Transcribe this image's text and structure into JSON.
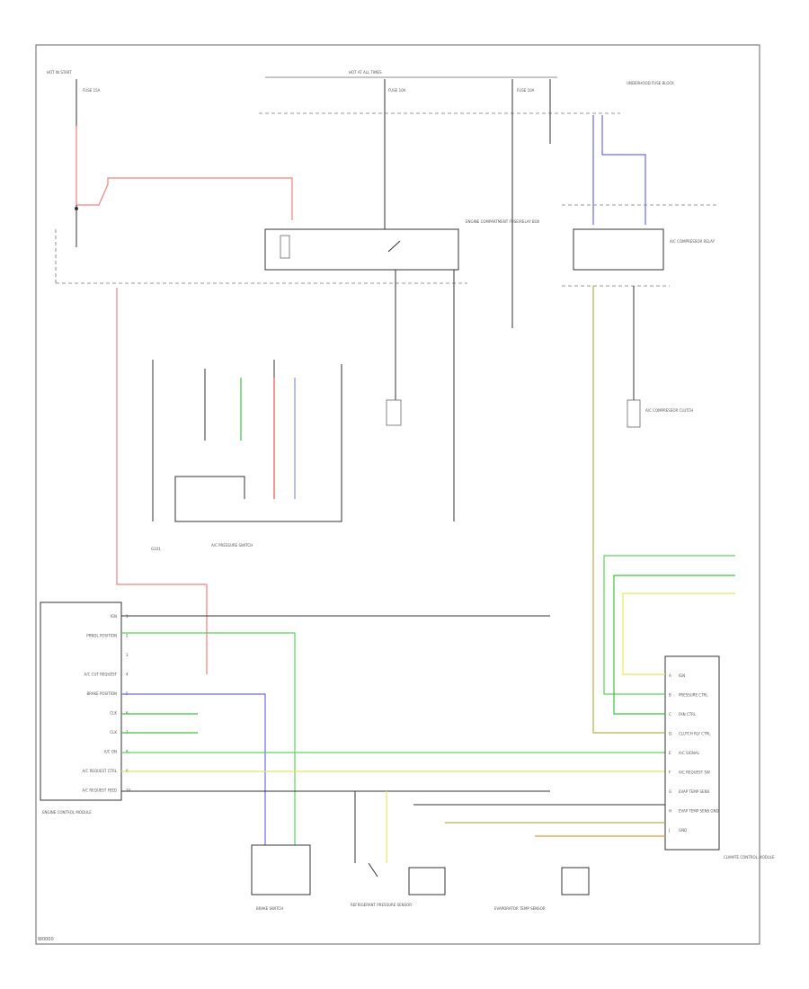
{
  "figure_code": "W0000",
  "ecm_pins": [
    {
      "label": "IGN",
      "pin": "1"
    },
    {
      "label": "PRNDL POSITION",
      "pin": "2"
    },
    {
      "label": "",
      "pin": "3"
    },
    {
      "label": "A/C CUT REQUEST",
      "pin": "4"
    },
    {
      "label": "BRAKE POSITION",
      "pin": "5"
    },
    {
      "label": "CLK",
      "pin": "6"
    },
    {
      "label": "CLK",
      "pin": "7"
    },
    {
      "label": "A/C ON",
      "pin": "8"
    },
    {
      "label": "A/C REQUEST CTRL",
      "pin": "9"
    },
    {
      "label": "A/C REQUEST FEED",
      "pin": "10"
    }
  ],
  "cm_pins": [
    {
      "label": "IGN",
      "pin": "A"
    },
    {
      "label": "PRESSURE CTRL",
      "pin": "B"
    },
    {
      "label": "FAN CTRL",
      "pin": "C"
    },
    {
      "label": "CLUTCH RLY CTRL",
      "pin": "D"
    },
    {
      "label": "A/C SIGNAL",
      "pin": "E"
    },
    {
      "label": "A/C REQUEST SW",
      "pin": "F"
    },
    {
      "label": "EVAP TEMP SENS",
      "pin": "G"
    },
    {
      "label": "EVAP TEMP SENS GND",
      "pin": "H"
    },
    {
      "label": "GND",
      "pin": "J"
    }
  ],
  "components": {
    "hot_in_start": "HOT IN START",
    "hot_at_all_times": "HOT AT ALL TIMES",
    "fuse_left": "FUSE 15A",
    "fuse_mid": "FUSE 10A",
    "fuse_right": "FUSE 10A",
    "fuse_block": "UNDERHOOD FUSE BLOCK",
    "relay_box": "ENGINE COMPARTMENT FUSE/RELAY BOX",
    "relay_right": "A/C COMPRESSOR RELAY",
    "ac_clutch": "A/C COMPRESSOR CLUTCH",
    "ac_switch": "A/C PRESSURE SWITCH",
    "ecm": "ENGINE CONTROL MODULE",
    "brake_switch": "BRAKE SWITCH",
    "refrigerant_sensor": "REFRIGERANT PRESSURE SENSOR",
    "evap_sensor": "EVAPORATOR TEMP SENSOR",
    "ac_control": "CLIMATE CONTROL MODULE",
    "ground": "G101"
  }
}
